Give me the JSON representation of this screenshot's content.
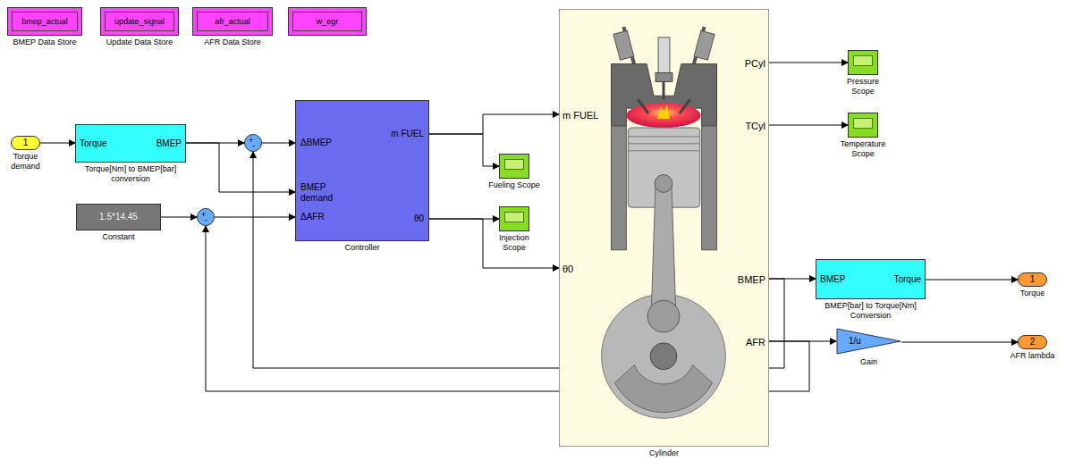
{
  "diagram": {
    "nodes": [
      {
        "text": [
          "bmep_actual",
          "BMEP Data Store"
        ]
      },
      {
        "text": [
          "update_signal",
          "Update Data Store"
        ]
      },
      {
        "text": [
          "afr_actual",
          "AFR Data Store"
        ]
      },
      {
        "text": [
          "w_egr"
        ]
      },
      {
        "text": [
          "1",
          "Torque demand"
        ]
      },
      {
        "text": [
          "Torque",
          "BMEP",
          "Torque[Nm] to BMEP[bar] conversion"
        ]
      },
      {
        "text": [
          "+",
          "-"
        ]
      },
      {
        "text": [
          "ΔBMEP",
          "BMEP demand",
          "ΔAFR",
          "m FUEL",
          "θ0",
          "Controller"
        ]
      },
      {
        "text": [
          "1.5*14.45",
          "Constant"
        ]
      },
      {
        "text": [
          "+",
          "-"
        ]
      },
      {
        "text": [
          "Fueling Scope"
        ]
      },
      {
        "text": [
          "Injection Scope"
        ]
      },
      {
        "text": [
          "m FUEL",
          "θ0",
          "PCyl",
          "TCyl",
          "BMEP",
          "AFR",
          "Cylinder"
        ]
      },
      {
        "text": [
          "Pressure Scope"
        ]
      },
      {
        "text": [
          "Temperature Scope"
        ]
      },
      {
        "text": [
          "BMEP",
          "Torque",
          "BMEP[bar] to Torque[Nm] Conversion"
        ]
      },
      {
        "text": [
          "1/u",
          "Gain"
        ]
      },
      {
        "text": [
          "1",
          "Torque"
        ]
      },
      {
        "text": [
          "2",
          "AFR lambda"
        ]
      }
    ],
    "edges": [
      {
        "from": 4,
        "to": 5,
        "arrow": "to"
      },
      {
        "from": 5,
        "to": 6,
        "arrow": "to"
      },
      {
        "from": 5,
        "to": 7,
        "arrow": "to"
      },
      {
        "from": 6,
        "to": 7,
        "arrow": "to"
      },
      {
        "from": 8,
        "to": 9,
        "arrow": "to"
      },
      {
        "from": 9,
        "to": 7,
        "arrow": "to"
      },
      {
        "from": 7,
        "to": 12,
        "arrow": "to"
      },
      {
        "from": 7,
        "to": 10,
        "arrow": "to"
      },
      {
        "from": 7,
        "to": 12,
        "arrow": "to"
      },
      {
        "from": 7,
        "to": 11,
        "arrow": "to"
      },
      {
        "from": 12,
        "to": 13,
        "arrow": "to"
      },
      {
        "from": 12,
        "to": 14,
        "arrow": "to"
      },
      {
        "from": 12,
        "to": 15,
        "arrow": "to"
      },
      {
        "from": 15,
        "to": 17,
        "arrow": "to"
      },
      {
        "from": 12,
        "to": 16,
        "arrow": "to"
      },
      {
        "from": 16,
        "to": 18,
        "arrow": "to"
      },
      {
        "from": 12,
        "to": 6,
        "arrow": "to"
      },
      {
        "from": 12,
        "to": 9,
        "arrow": "to"
      }
    ]
  }
}
